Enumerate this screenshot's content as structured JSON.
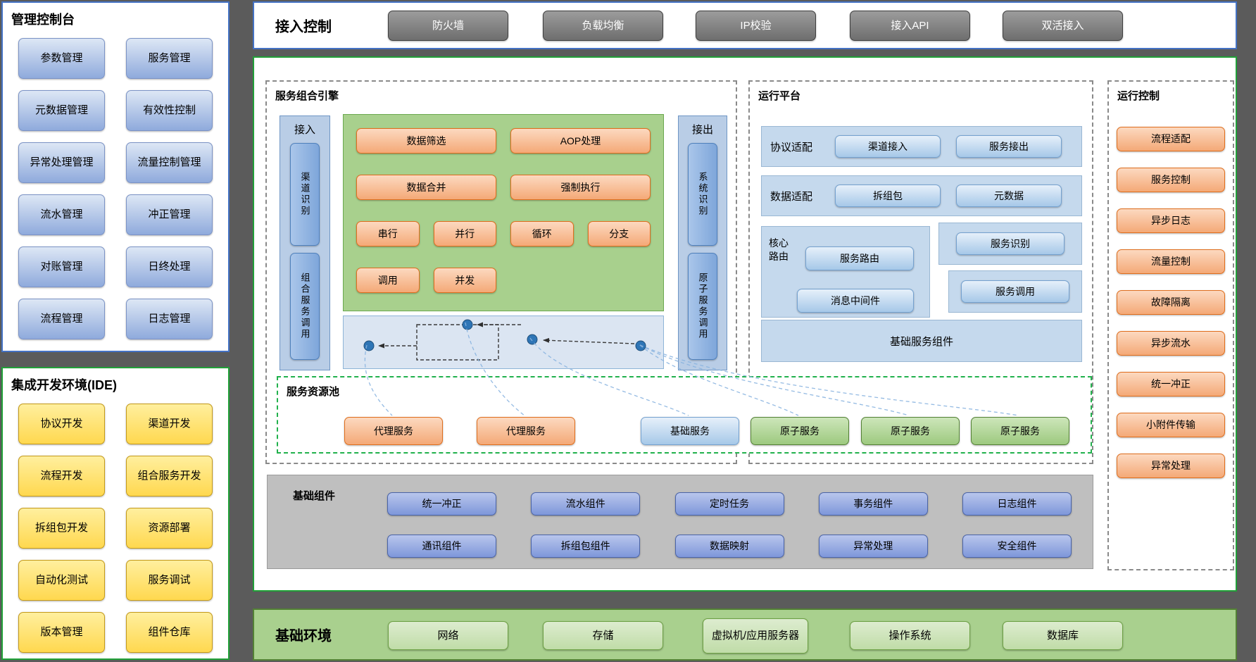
{
  "management_console": {
    "title": "管理控制台",
    "items": [
      "参数管理",
      "服务管理",
      "元数据管理",
      "有效性控制",
      "异常处理管理",
      "流量控制管理",
      "流水管理",
      "冲正管理",
      "对账管理",
      "日终处理",
      "流程管理",
      "日志管理"
    ]
  },
  "ide": {
    "title": "集成开发环境(IDE)",
    "items": [
      "协议开发",
      "渠道开发",
      "流程开发",
      "组合服务开发",
      "拆组包开发",
      "资源部署",
      "自动化测试",
      "服务调试",
      "版本管理",
      "组件仓库"
    ]
  },
  "access_control": {
    "title": "接入控制",
    "items": [
      "防火墙",
      "负载均衡",
      "IP校验",
      "接入API",
      "双活接入"
    ]
  },
  "engine": {
    "title": "服务组合引擎",
    "inbound": {
      "label": "接入",
      "blocks": [
        "渠道识别",
        "组合服务调用"
      ]
    },
    "outbound": {
      "label": "接出",
      "blocks": [
        "系统识别",
        "原子服务调用"
      ]
    },
    "ops": [
      "数据筛选",
      "AOP处理",
      "数据合并",
      "强制执行",
      "串行",
      "并行",
      "循环",
      "分支",
      "调用",
      "并发"
    ]
  },
  "platform": {
    "title": "运行平台",
    "protocol_row": {
      "label": "协议适配",
      "items": [
        "渠道接入",
        "服务接出"
      ]
    },
    "data_row": {
      "label": "数据适配",
      "items": [
        "拆组包",
        "元数据"
      ]
    },
    "core_routing": {
      "label": "核心路由",
      "items": [
        "服务路由",
        "消息中间件"
      ]
    },
    "right_blocks": [
      "服务识别",
      "服务调用"
    ],
    "base_bar": "基础服务组件"
  },
  "resource_pool": {
    "title": "服务资源池",
    "items": [
      "代理服务",
      "代理服务",
      "基础服务",
      "原子服务",
      "原子服务",
      "原子服务"
    ]
  },
  "base_components": {
    "title": "基础组件",
    "row1": [
      "统一冲正",
      "流水组件",
      "定时任务",
      "事务组件",
      "日志组件"
    ],
    "row2": [
      "通讯组件",
      "拆组包组件",
      "数据映射",
      "异常处理",
      "安全组件"
    ]
  },
  "runtime_control": {
    "title": "运行控制",
    "items": [
      "流程适配",
      "服务控制",
      "异步日志",
      "流量控制",
      "故障隔离",
      "异步流水",
      "统一冲正",
      "小附件传输",
      "异常处理"
    ]
  },
  "base_environment": {
    "title": "基础环境",
    "items": [
      "网络",
      "存储",
      "虚拟机/应用服务器",
      "操作系统",
      "数据库"
    ]
  },
  "colors": {
    "page_background": "#5b5b5b",
    "blue_panel_border": "#4472c4",
    "green_panel_border": "#21a038",
    "blue_button": "#8faadc",
    "yellow_button": "#ffd966",
    "gray_button": "#7f7f7f",
    "orange_button": "#f4a977",
    "green_button": "#a9d08e",
    "light_blue_block": "#c5d9ed",
    "indigo_button": "#8096d8",
    "gray_panel": "#bfbfbf"
  }
}
